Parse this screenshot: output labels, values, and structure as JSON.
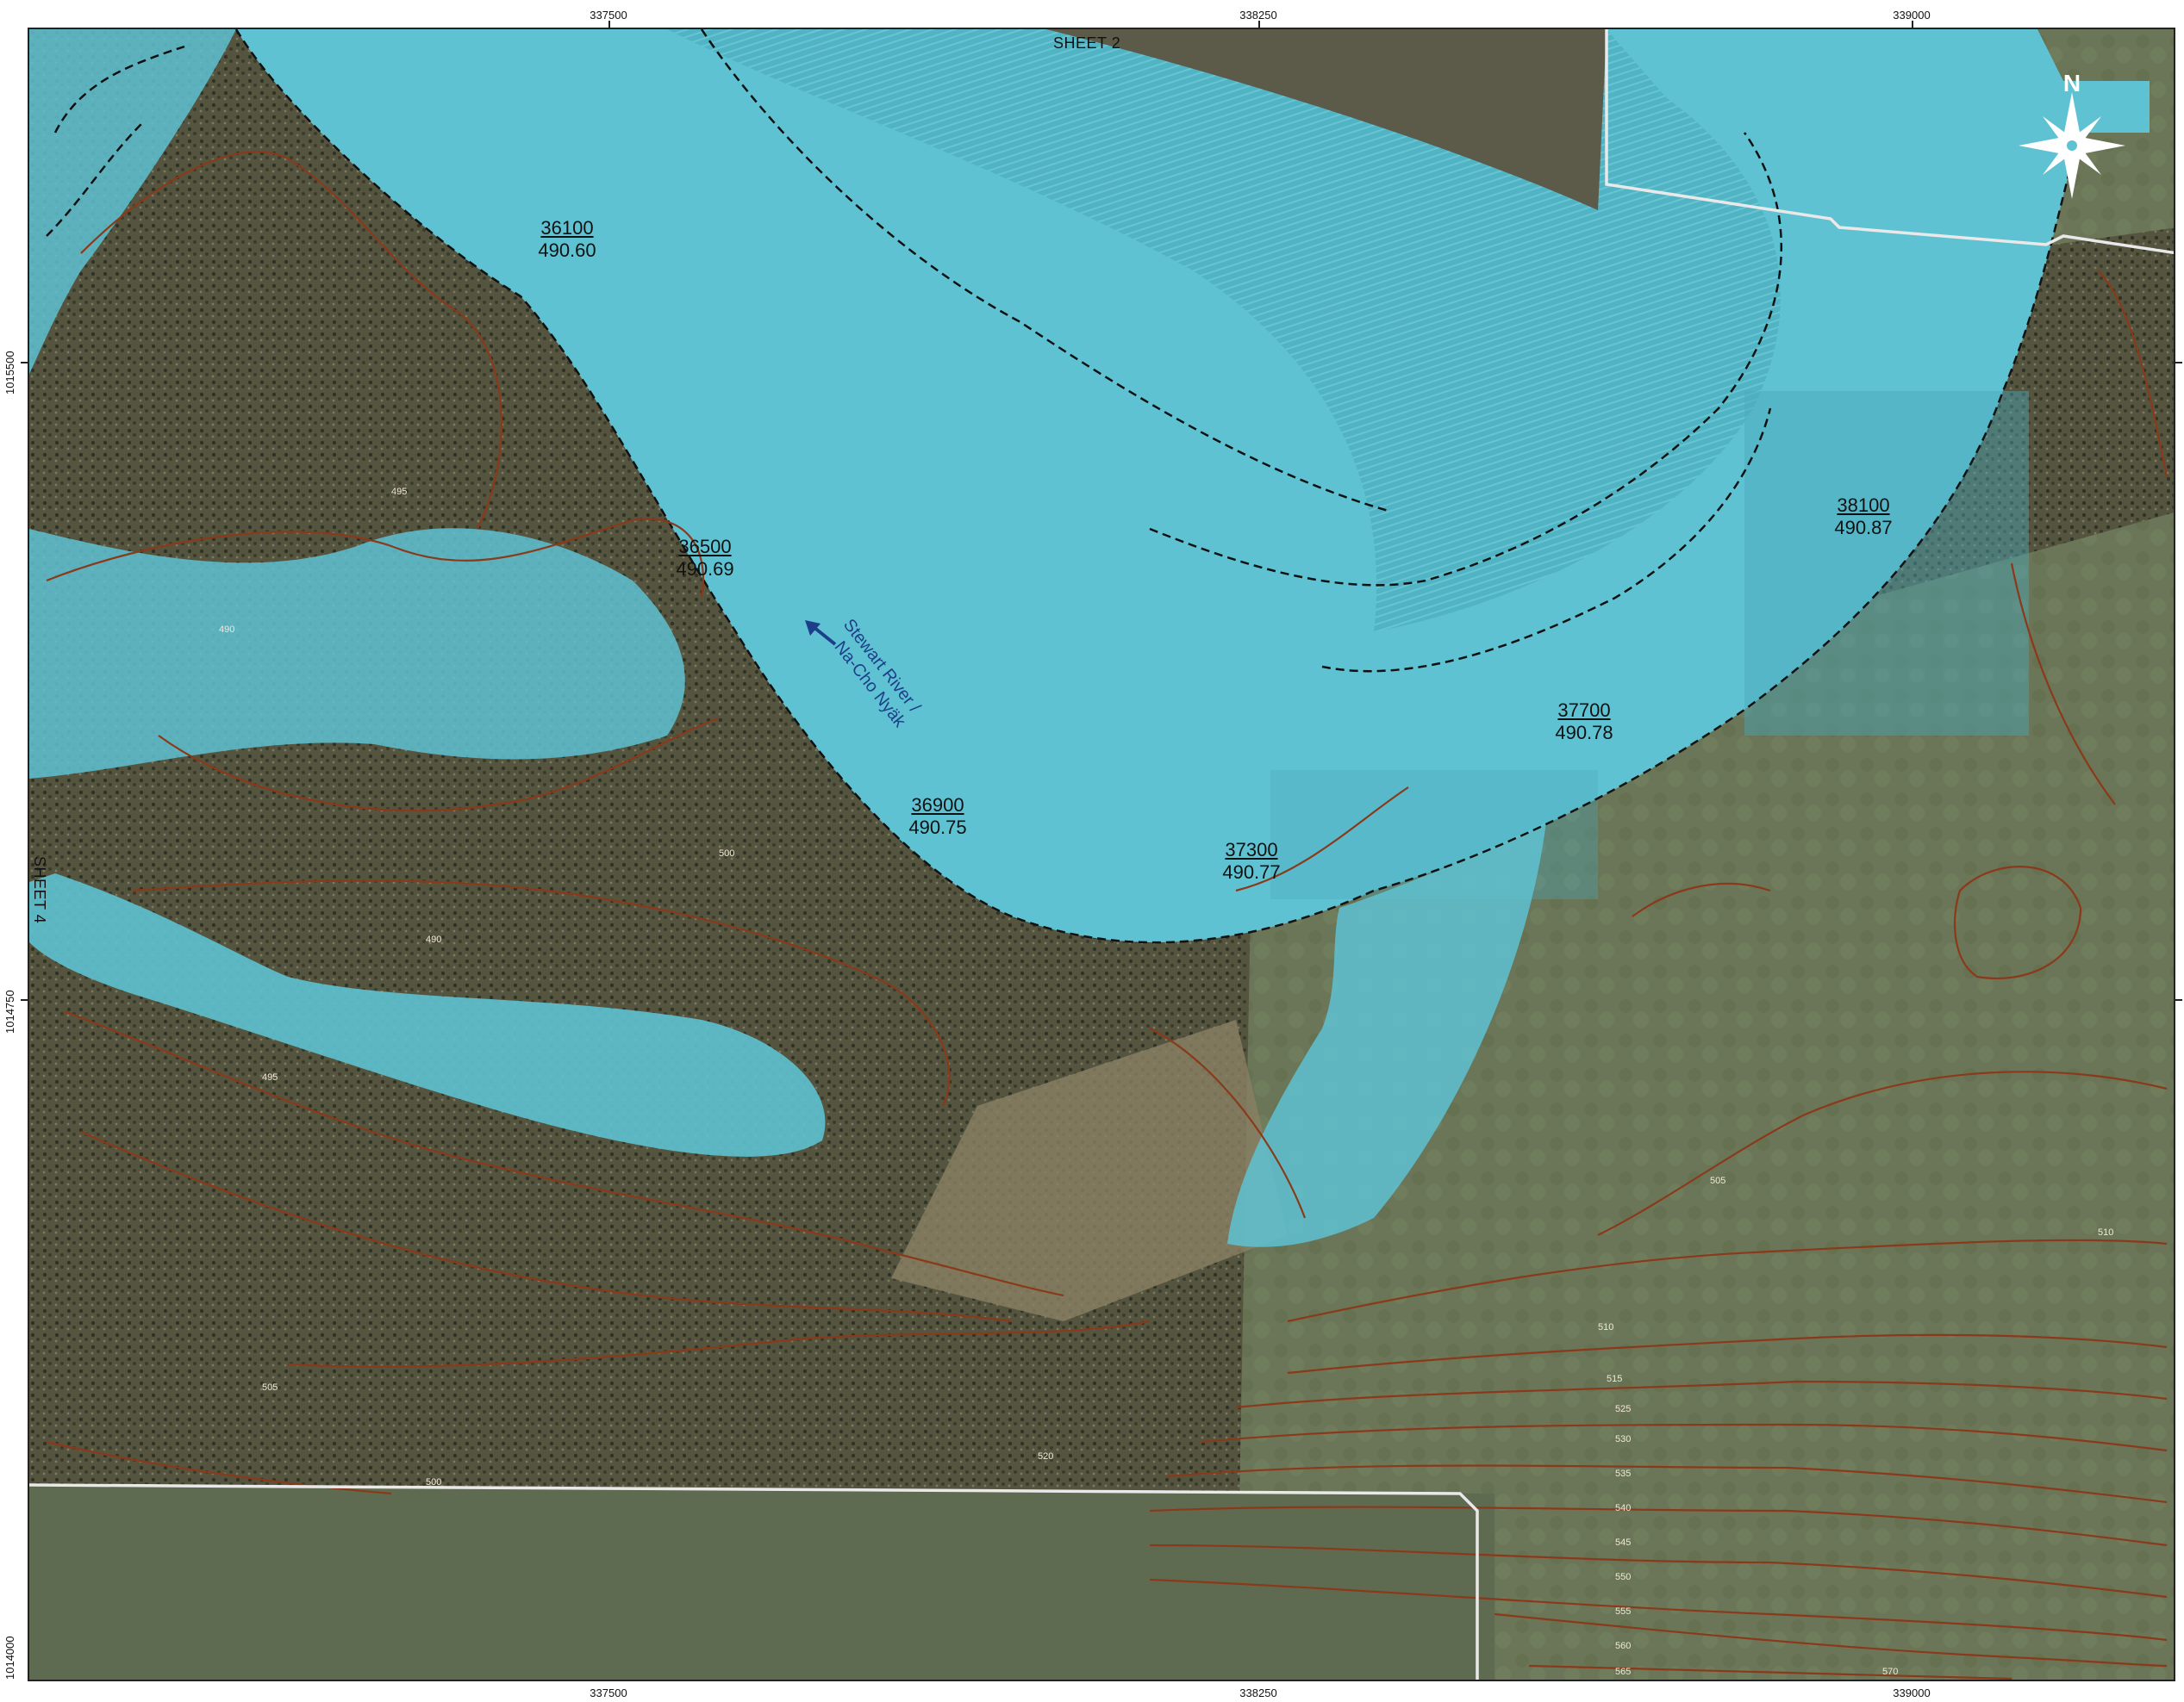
{
  "map": {
    "sheet_labels": {
      "top": "SHEET 2",
      "left": "SHEET 4"
    },
    "north_label": "N",
    "river_label_line1": "Stewart River /",
    "river_label_line2": "Na-Cho Nyäk",
    "grid": {
      "eastings": [
        "337500",
        "338250",
        "339000"
      ],
      "northings": [
        "1015500",
        "1014750",
        "1014000"
      ]
    },
    "stations": [
      {
        "sta": "36100",
        "wse": "490.60"
      },
      {
        "sta": "36500",
        "wse": "490.69"
      },
      {
        "sta": "36900",
        "wse": "490.75"
      },
      {
        "sta": "37300",
        "wse": "490.77"
      },
      {
        "sta": "37700",
        "wse": "490.78"
      },
      {
        "sta": "38100",
        "wse": "490.87"
      }
    ],
    "contour_labels": [
      "490",
      "495",
      "500",
      "505",
      "510",
      "515",
      "520",
      "525",
      "530",
      "535",
      "540",
      "545",
      "550",
      "555",
      "560",
      "565",
      "570"
    ],
    "colors": {
      "flood": "#5fc3d3",
      "flood_dark": "#4aa9bb",
      "contour": "#8a3a1a",
      "land_dark": "#5c5a48",
      "land_green": "#6d7a5c",
      "boundary": "#e9e9e9"
    }
  }
}
